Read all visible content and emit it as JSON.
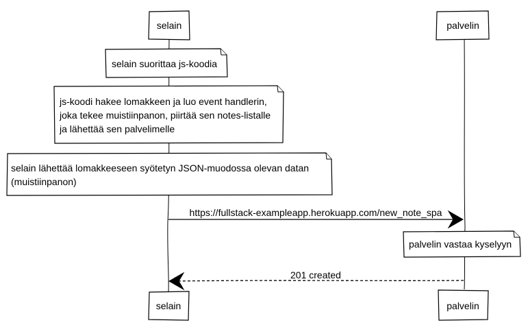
{
  "participants": {
    "browser": "selain",
    "server": "palvelin"
  },
  "notes": [
    {
      "lines": [
        "selain suorittaa js-koodia"
      ]
    },
    {
      "lines": [
        "js-koodi hakee lomakkeen ja luo event handlerin,",
        "joka tekee muistiinpanon, piirtää sen notes-listalle",
        "ja lähettää sen palvelimelle"
      ]
    },
    {
      "lines": [
        "selain lähettää lomakkeeseen syötetyn JSON-muodossa olevan datan",
        "(muistiinpanon)"
      ]
    },
    {
      "lines": [
        "palvelin vastaa kyselyyn"
      ]
    }
  ],
  "messages": [
    {
      "label": "https://fullstack-exampleapp.herokuapp.com/new_note_spa",
      "style": "solid"
    },
    {
      "label": "201 created",
      "style": "dashed"
    }
  ]
}
